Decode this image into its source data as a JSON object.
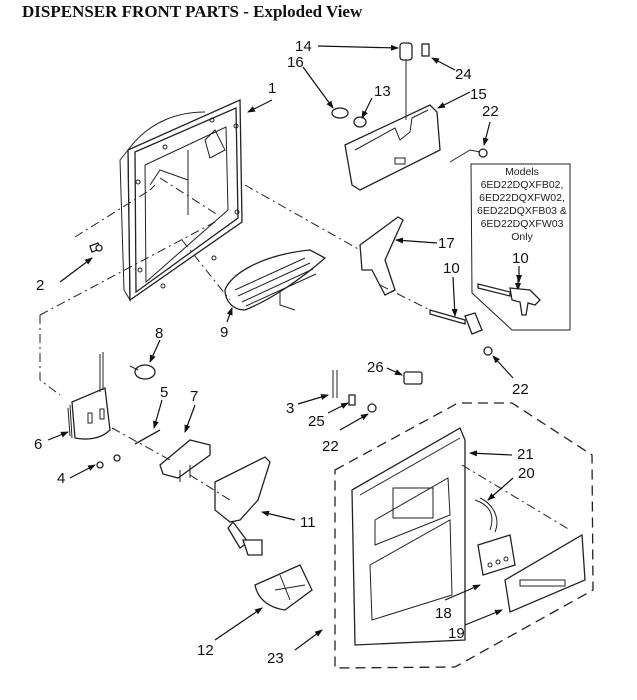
{
  "title": "DISPENSER FRONT PARTS - Exploded View",
  "model_note": {
    "lines": [
      "Models",
      "6ED22DQXFB02,",
      "6ED22DQXFW02,",
      "6ED22DQXFB03 &",
      "6ED22DQXFW03",
      "Only"
    ],
    "part_label": "10"
  },
  "callouts": [
    {
      "id": "c1",
      "label": "1"
    },
    {
      "id": "c2",
      "label": "2"
    },
    {
      "id": "c3",
      "label": "3"
    },
    {
      "id": "c4",
      "label": "4"
    },
    {
      "id": "c5",
      "label": "5"
    },
    {
      "id": "c6",
      "label": "6"
    },
    {
      "id": "c7",
      "label": "7"
    },
    {
      "id": "c8",
      "label": "8"
    },
    {
      "id": "c9",
      "label": "9"
    },
    {
      "id": "c10a",
      "label": "10"
    },
    {
      "id": "c11",
      "label": "11"
    },
    {
      "id": "c12",
      "label": "12"
    },
    {
      "id": "c13",
      "label": "13"
    },
    {
      "id": "c14",
      "label": "14"
    },
    {
      "id": "c15",
      "label": "15"
    },
    {
      "id": "c16",
      "label": "16"
    },
    {
      "id": "c17",
      "label": "17"
    },
    {
      "id": "c18",
      "label": "18"
    },
    {
      "id": "c19",
      "label": "19"
    },
    {
      "id": "c20",
      "label": "20"
    },
    {
      "id": "c21",
      "label": "21"
    },
    {
      "id": "c22a",
      "label": "22"
    },
    {
      "id": "c22b",
      "label": "22"
    },
    {
      "id": "c22c",
      "label": "22"
    },
    {
      "id": "c23",
      "label": "23"
    },
    {
      "id": "c24",
      "label": "24"
    },
    {
      "id": "c25",
      "label": "25"
    },
    {
      "id": "c26",
      "label": "26"
    }
  ]
}
